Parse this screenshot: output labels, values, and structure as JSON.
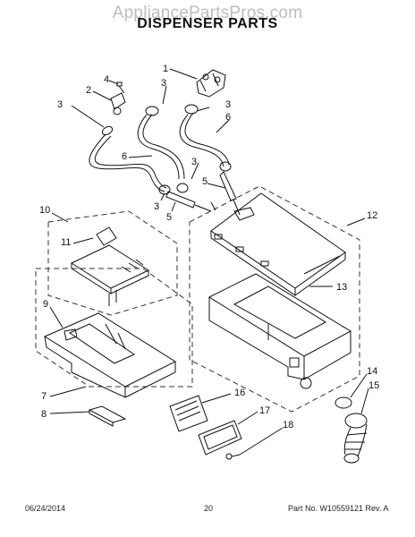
{
  "watermark": "AppliancePartsPros.com",
  "title": "DISPENSER PARTS",
  "footer": {
    "date": "06/24/2014",
    "page": "20",
    "part": "Part No. W10559121 Rev. A"
  },
  "callouts": {
    "c1": "1",
    "c2": "2",
    "c3a": "3",
    "c3b": "3",
    "c3c": "3",
    "c3d": "3",
    "c3e": "3",
    "c4": "4",
    "c5a": "5",
    "c5b": "5",
    "c6a": "6",
    "c6b": "6",
    "c7": "7",
    "c8": "8",
    "c9": "9",
    "c10": "10",
    "c11": "11",
    "c12": "12",
    "c13": "13",
    "c14": "14",
    "c15": "15",
    "c16": "16",
    "c17": "17",
    "c18": "18"
  }
}
